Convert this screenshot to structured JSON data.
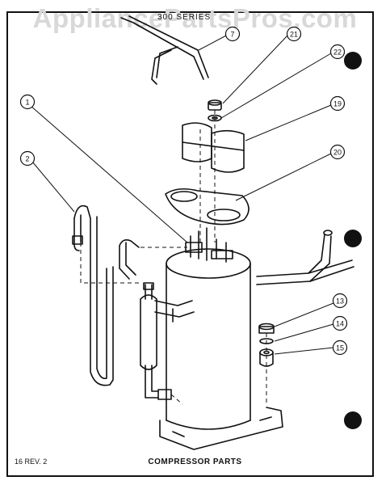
{
  "watermark": "AppliancePartsPros.com",
  "series_label": "300 SERIES",
  "page_number": "16 REV. 2",
  "caption": "COMPRESSOR PARTS",
  "callouts": [
    "7",
    "21",
    "22",
    "19",
    "1",
    "2",
    "20",
    "13",
    "14",
    "15"
  ],
  "colors": {
    "ink": "#111111",
    "watermark": "#d8d8d8",
    "paper": "#ffffff"
  }
}
